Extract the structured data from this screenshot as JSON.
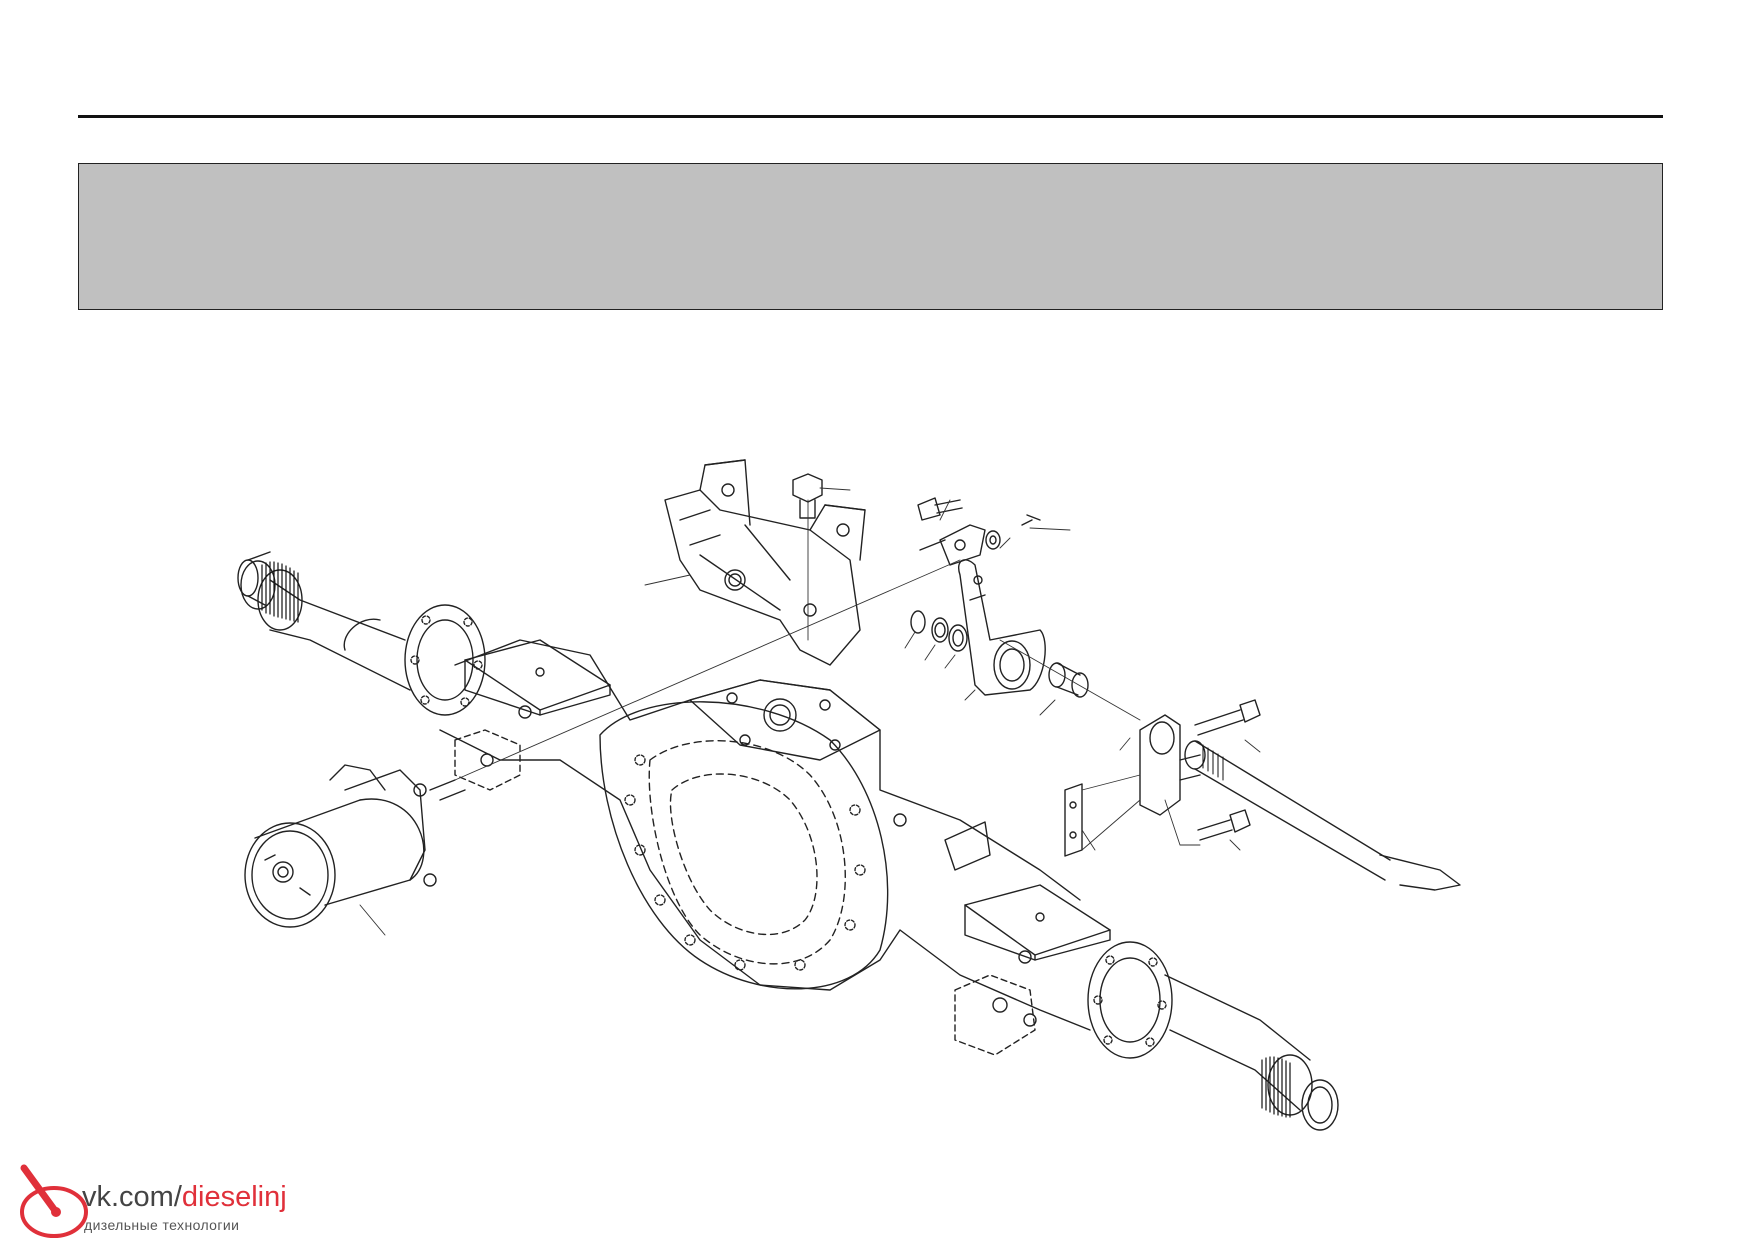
{
  "header": {
    "band_color": "#c0c0c0",
    "rule_color": "#111111"
  },
  "diagram": {
    "parts": [
      "axle-housing",
      "spring-brake-chamber",
      "brake-chamber-bracket",
      "bracket-bolt",
      "clevis-pin",
      "clevis",
      "cotter-pin",
      "washer",
      "snap-ring",
      "spacer-washer",
      "slack-adjuster",
      "bushing",
      "camshaft-bracket",
      "mounting-bolt",
      "shim-plate",
      "brake-camshaft",
      "spindle-left",
      "spindle-right"
    ]
  },
  "watermark": {
    "prefix": "vk.com/",
    "accent": "dieselinj",
    "subtitle": "дизельные технологии",
    "accent_color": "#e0303a",
    "text_color": "#444444"
  }
}
